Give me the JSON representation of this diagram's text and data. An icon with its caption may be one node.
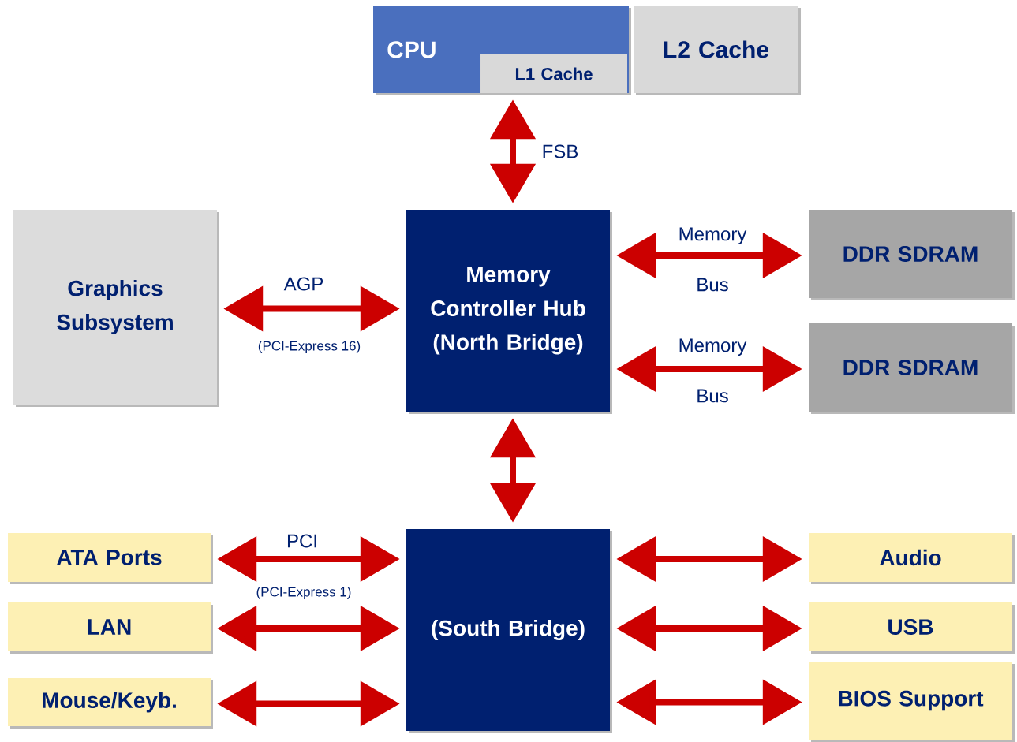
{
  "diagram": {
    "nodes": [
      {
        "text": [
          "CPU"
        ]
      },
      {
        "text": [
          "L1 Cache"
        ],
        "in": 0
      },
      {
        "text": [
          "L2 Cache"
        ]
      },
      {
        "text": [
          "Graphics Subsystem"
        ]
      },
      {
        "text": [
          "Memory Controller Hub (North Bridge)"
        ]
      },
      {
        "text": [
          "DDR SDRAM"
        ]
      },
      {
        "text": [
          "DDR SDRAM"
        ]
      },
      {
        "text": [
          "ATA Ports"
        ]
      },
      {
        "text": [
          "(South Bridge)"
        ]
      },
      {
        "text": [
          "Audio"
        ]
      },
      {
        "text": [
          "LAN"
        ]
      },
      {
        "text": [
          "USB"
        ]
      },
      {
        "text": [
          "Mouse/Keyb."
        ]
      },
      {
        "text": [
          "BIOS Support"
        ]
      }
    ],
    "edges": [
      {
        "from": 1,
        "to": 4,
        "arrow": "both",
        "label": "FSB"
      },
      {
        "from": 3,
        "to": 4,
        "arrow": "both",
        "label": "AGP"
      },
      {
        "from": 4,
        "to": 5,
        "arrow": "both",
        "label": "Memory Bus"
      },
      {
        "from": 4,
        "to": 6,
        "arrow": "both",
        "label": "Memory Bus"
      },
      {
        "from": 4,
        "to": 8,
        "arrow": "both"
      },
      {
        "from": 7,
        "to": 8,
        "arrow": "both",
        "label": "PCI"
      },
      {
        "from": 10,
        "to": 8,
        "arrow": "both"
      },
      {
        "from": 12,
        "to": 8,
        "arrow": "both"
      },
      {
        "from": 8,
        "to": 9,
        "arrow": "both"
      },
      {
        "from": 8,
        "to": 11,
        "arrow": "both"
      },
      {
        "from": 8,
        "to": 13,
        "arrow": "both"
      }
    ],
    "labels": [
      "(PCI-Express 16)",
      "(PCI-Express 1)"
    ]
  }
}
